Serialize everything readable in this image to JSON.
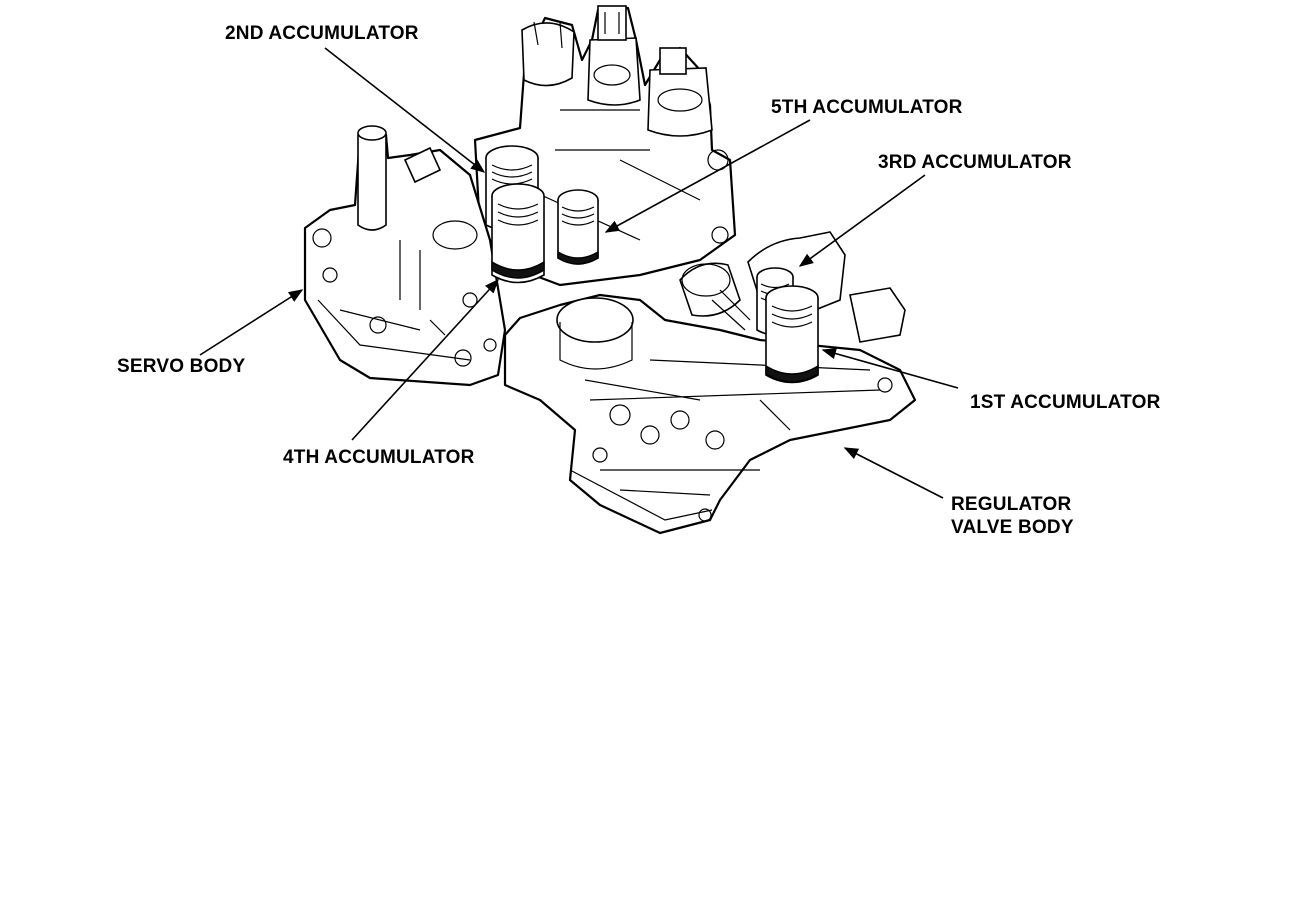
{
  "labels": {
    "accumulator_2nd": "2ND ACCUMULATOR",
    "accumulator_5th": "5TH ACCUMULATOR",
    "accumulator_3rd": "3RD ACCUMULATOR",
    "servo_body": "SERVO BODY",
    "accumulator_1st": "1ST ACCUMULATOR",
    "accumulator_4th": "4TH ACCUMULATOR",
    "regulator_line1": "REGULATOR",
    "regulator_line2": "VALVE BODY"
  },
  "colors": {
    "ink": "#000000",
    "paper": "#ffffff"
  }
}
